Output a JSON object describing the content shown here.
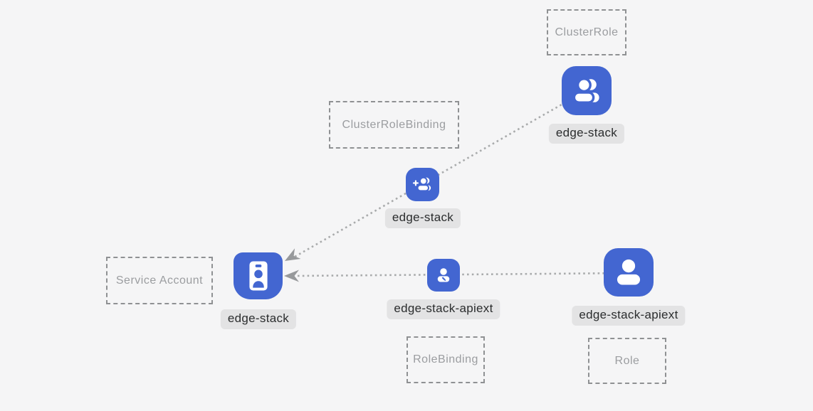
{
  "colors": {
    "background": "#f5f5f6",
    "node_blue": "#4366d1",
    "label_background": "#e3e3e4",
    "label_text": "#2b2d2e",
    "type_box_border": "#8f9193",
    "type_box_text": "#9b9da0",
    "edge_line": "#a9abac",
    "arrowhead": "#97999b"
  },
  "type_boxes": [
    {
      "label": "ClusterRole"
    },
    {
      "label": "ClusterRoleBinding"
    },
    {
      "label": "Service Account"
    },
    {
      "label": "RoleBinding"
    },
    {
      "label": "Role"
    }
  ],
  "nodes": [
    {
      "label": "edge-stack",
      "type": "ClusterRole",
      "icon": "people-icon"
    },
    {
      "label": "edge-stack",
      "type": "ClusterRoleBinding",
      "icon": "person-add-icon"
    },
    {
      "label": "edge-stack",
      "type": "Service Account",
      "icon": "id-badge-icon"
    },
    {
      "label": "edge-stack-apiext",
      "type": "RoleBinding",
      "icon": "person-edit-icon"
    },
    {
      "label": "edge-stack-apiext",
      "type": "Role",
      "icon": "person-icon"
    }
  ],
  "edges": [
    {
      "from": "edge-stack (ClusterRole)",
      "to": "edge-stack (Service Account)",
      "style": "dotted-arrow"
    },
    {
      "from": "edge-stack-apiext (Role)",
      "to": "edge-stack (Service Account)",
      "style": "dotted-arrow"
    }
  ]
}
